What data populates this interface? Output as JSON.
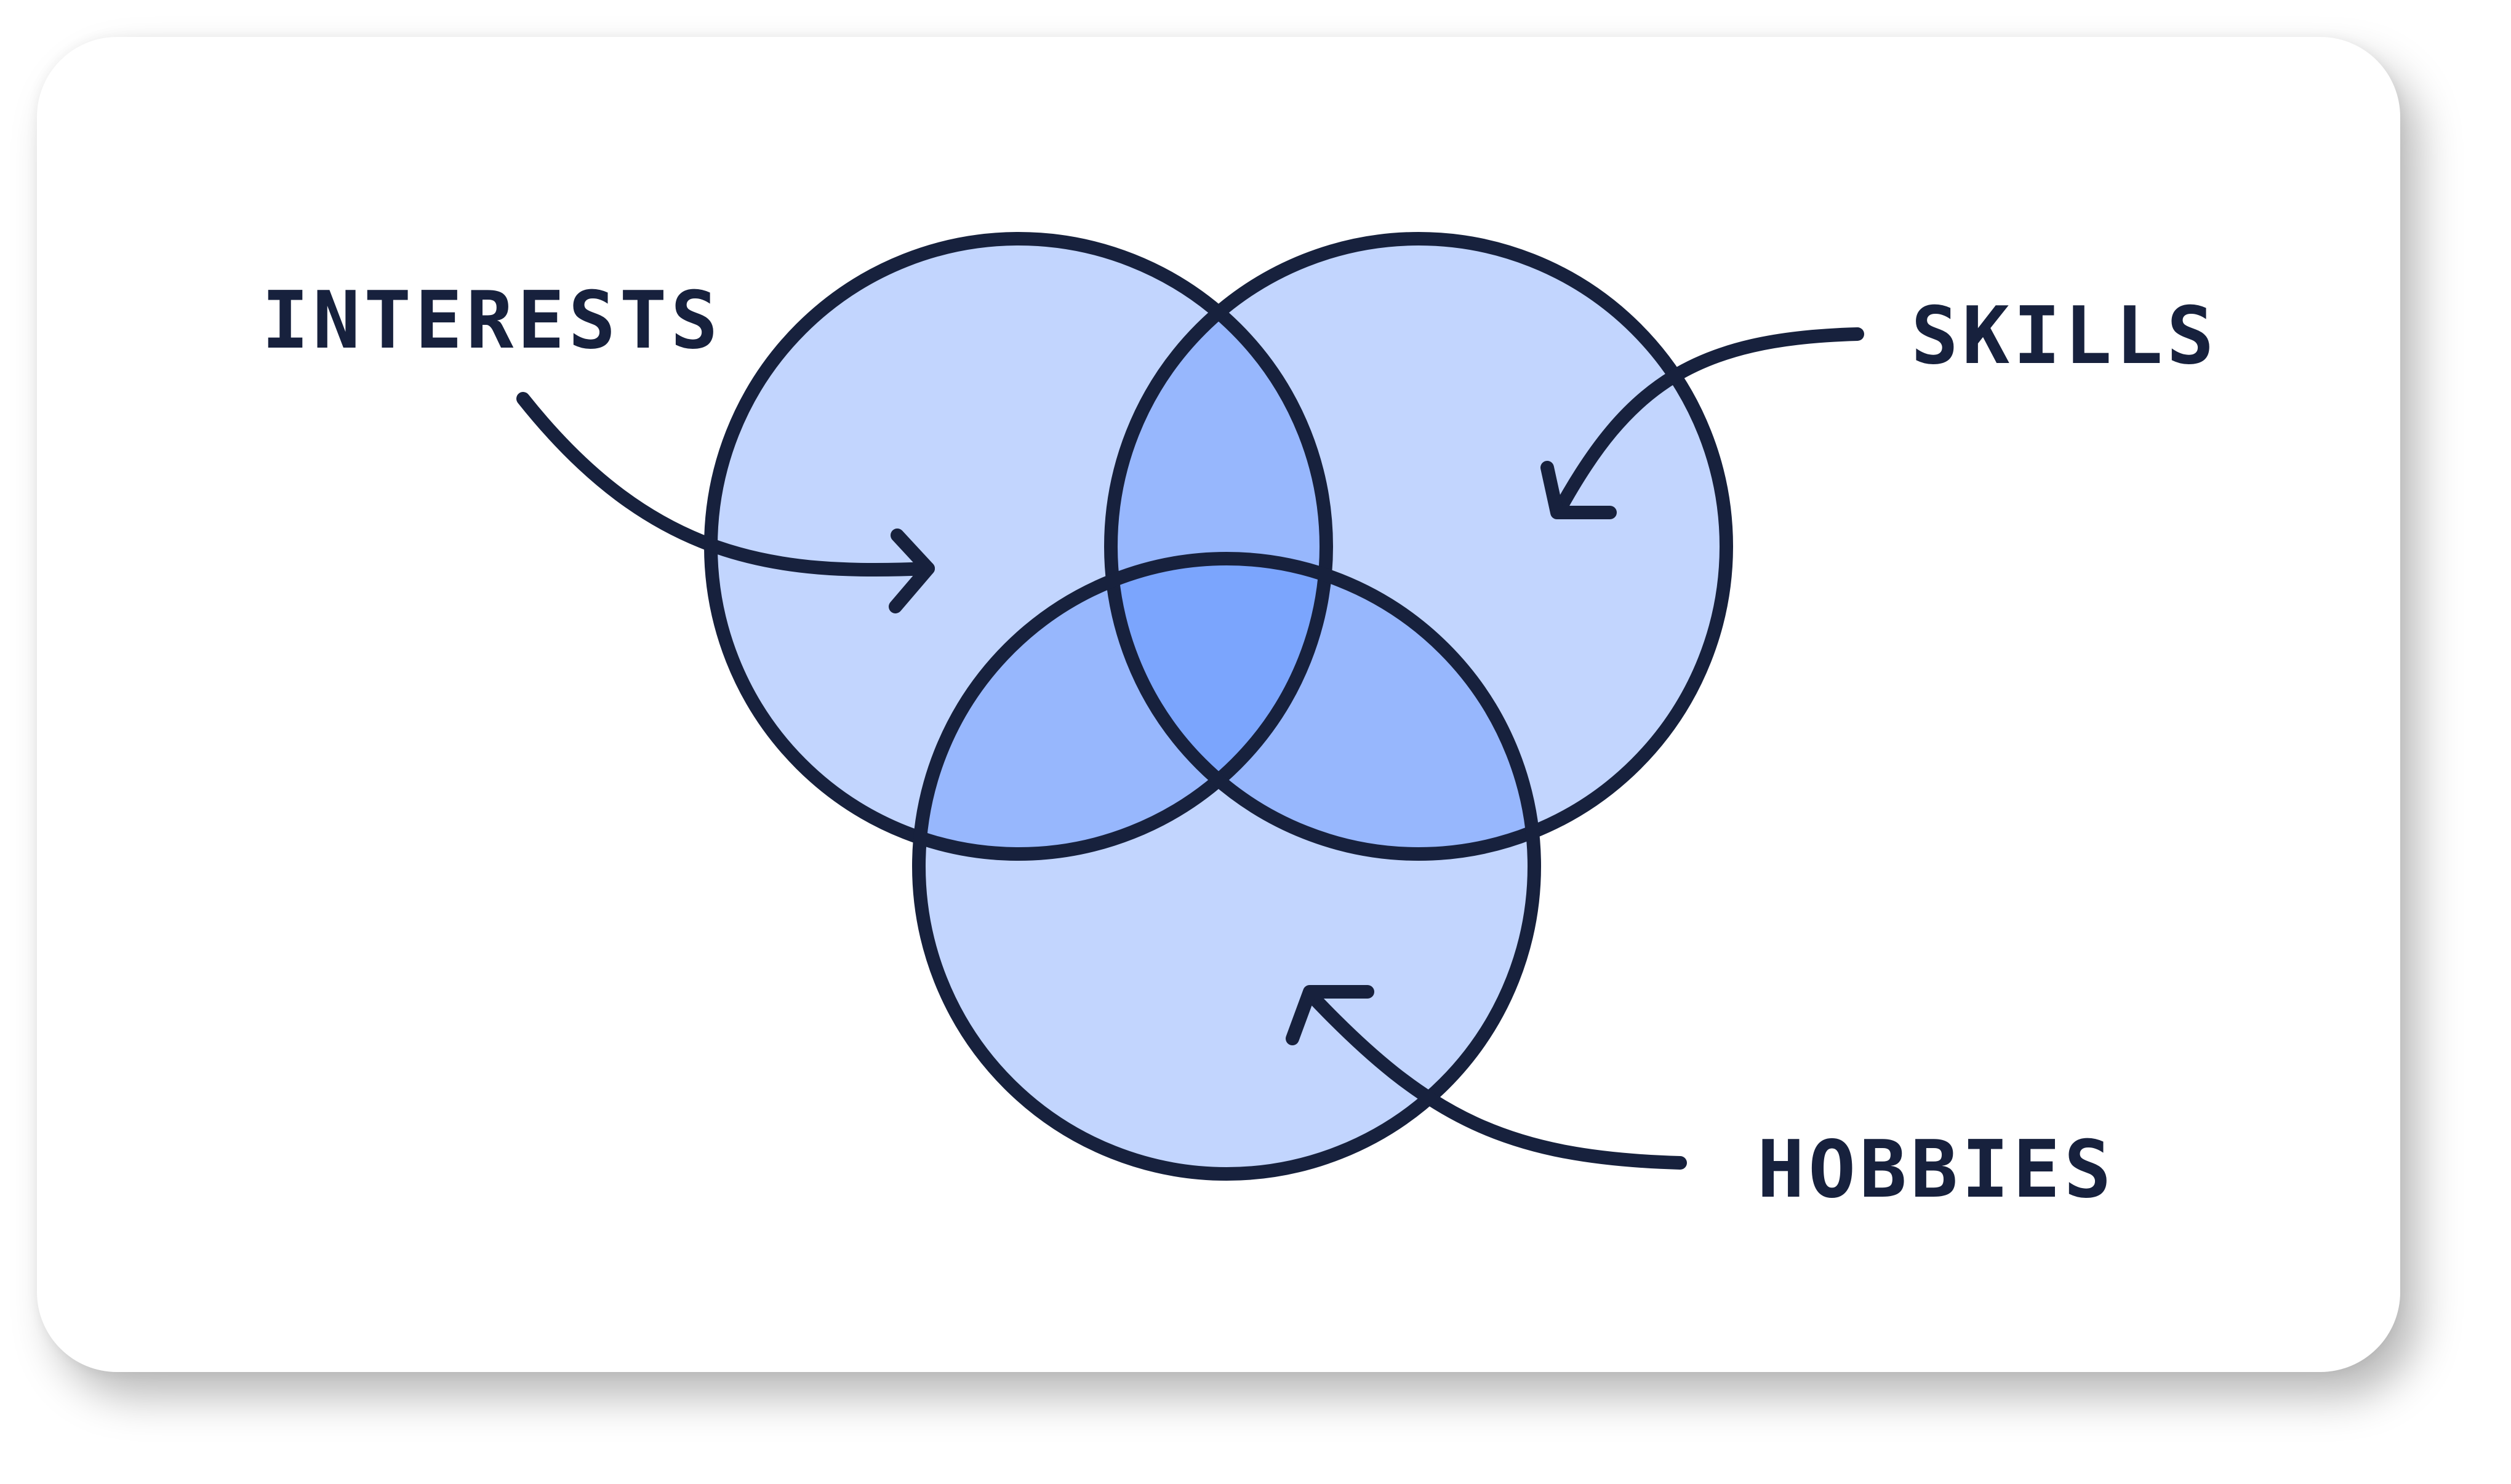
{
  "diagram": {
    "type": "venn",
    "colors": {
      "outline": "#17213d",
      "circle_fill": "#c2d5fe",
      "pair_overlap_fill": "#97b7fd",
      "center_fill": "#7ba5fd",
      "card_background": "#ffffff"
    },
    "sets": [
      {
        "id": "interests",
        "label": "INTERESTS"
      },
      {
        "id": "skills",
        "label": "SKILLS"
      },
      {
        "id": "hobbies",
        "label": "HOBBIES"
      }
    ]
  }
}
